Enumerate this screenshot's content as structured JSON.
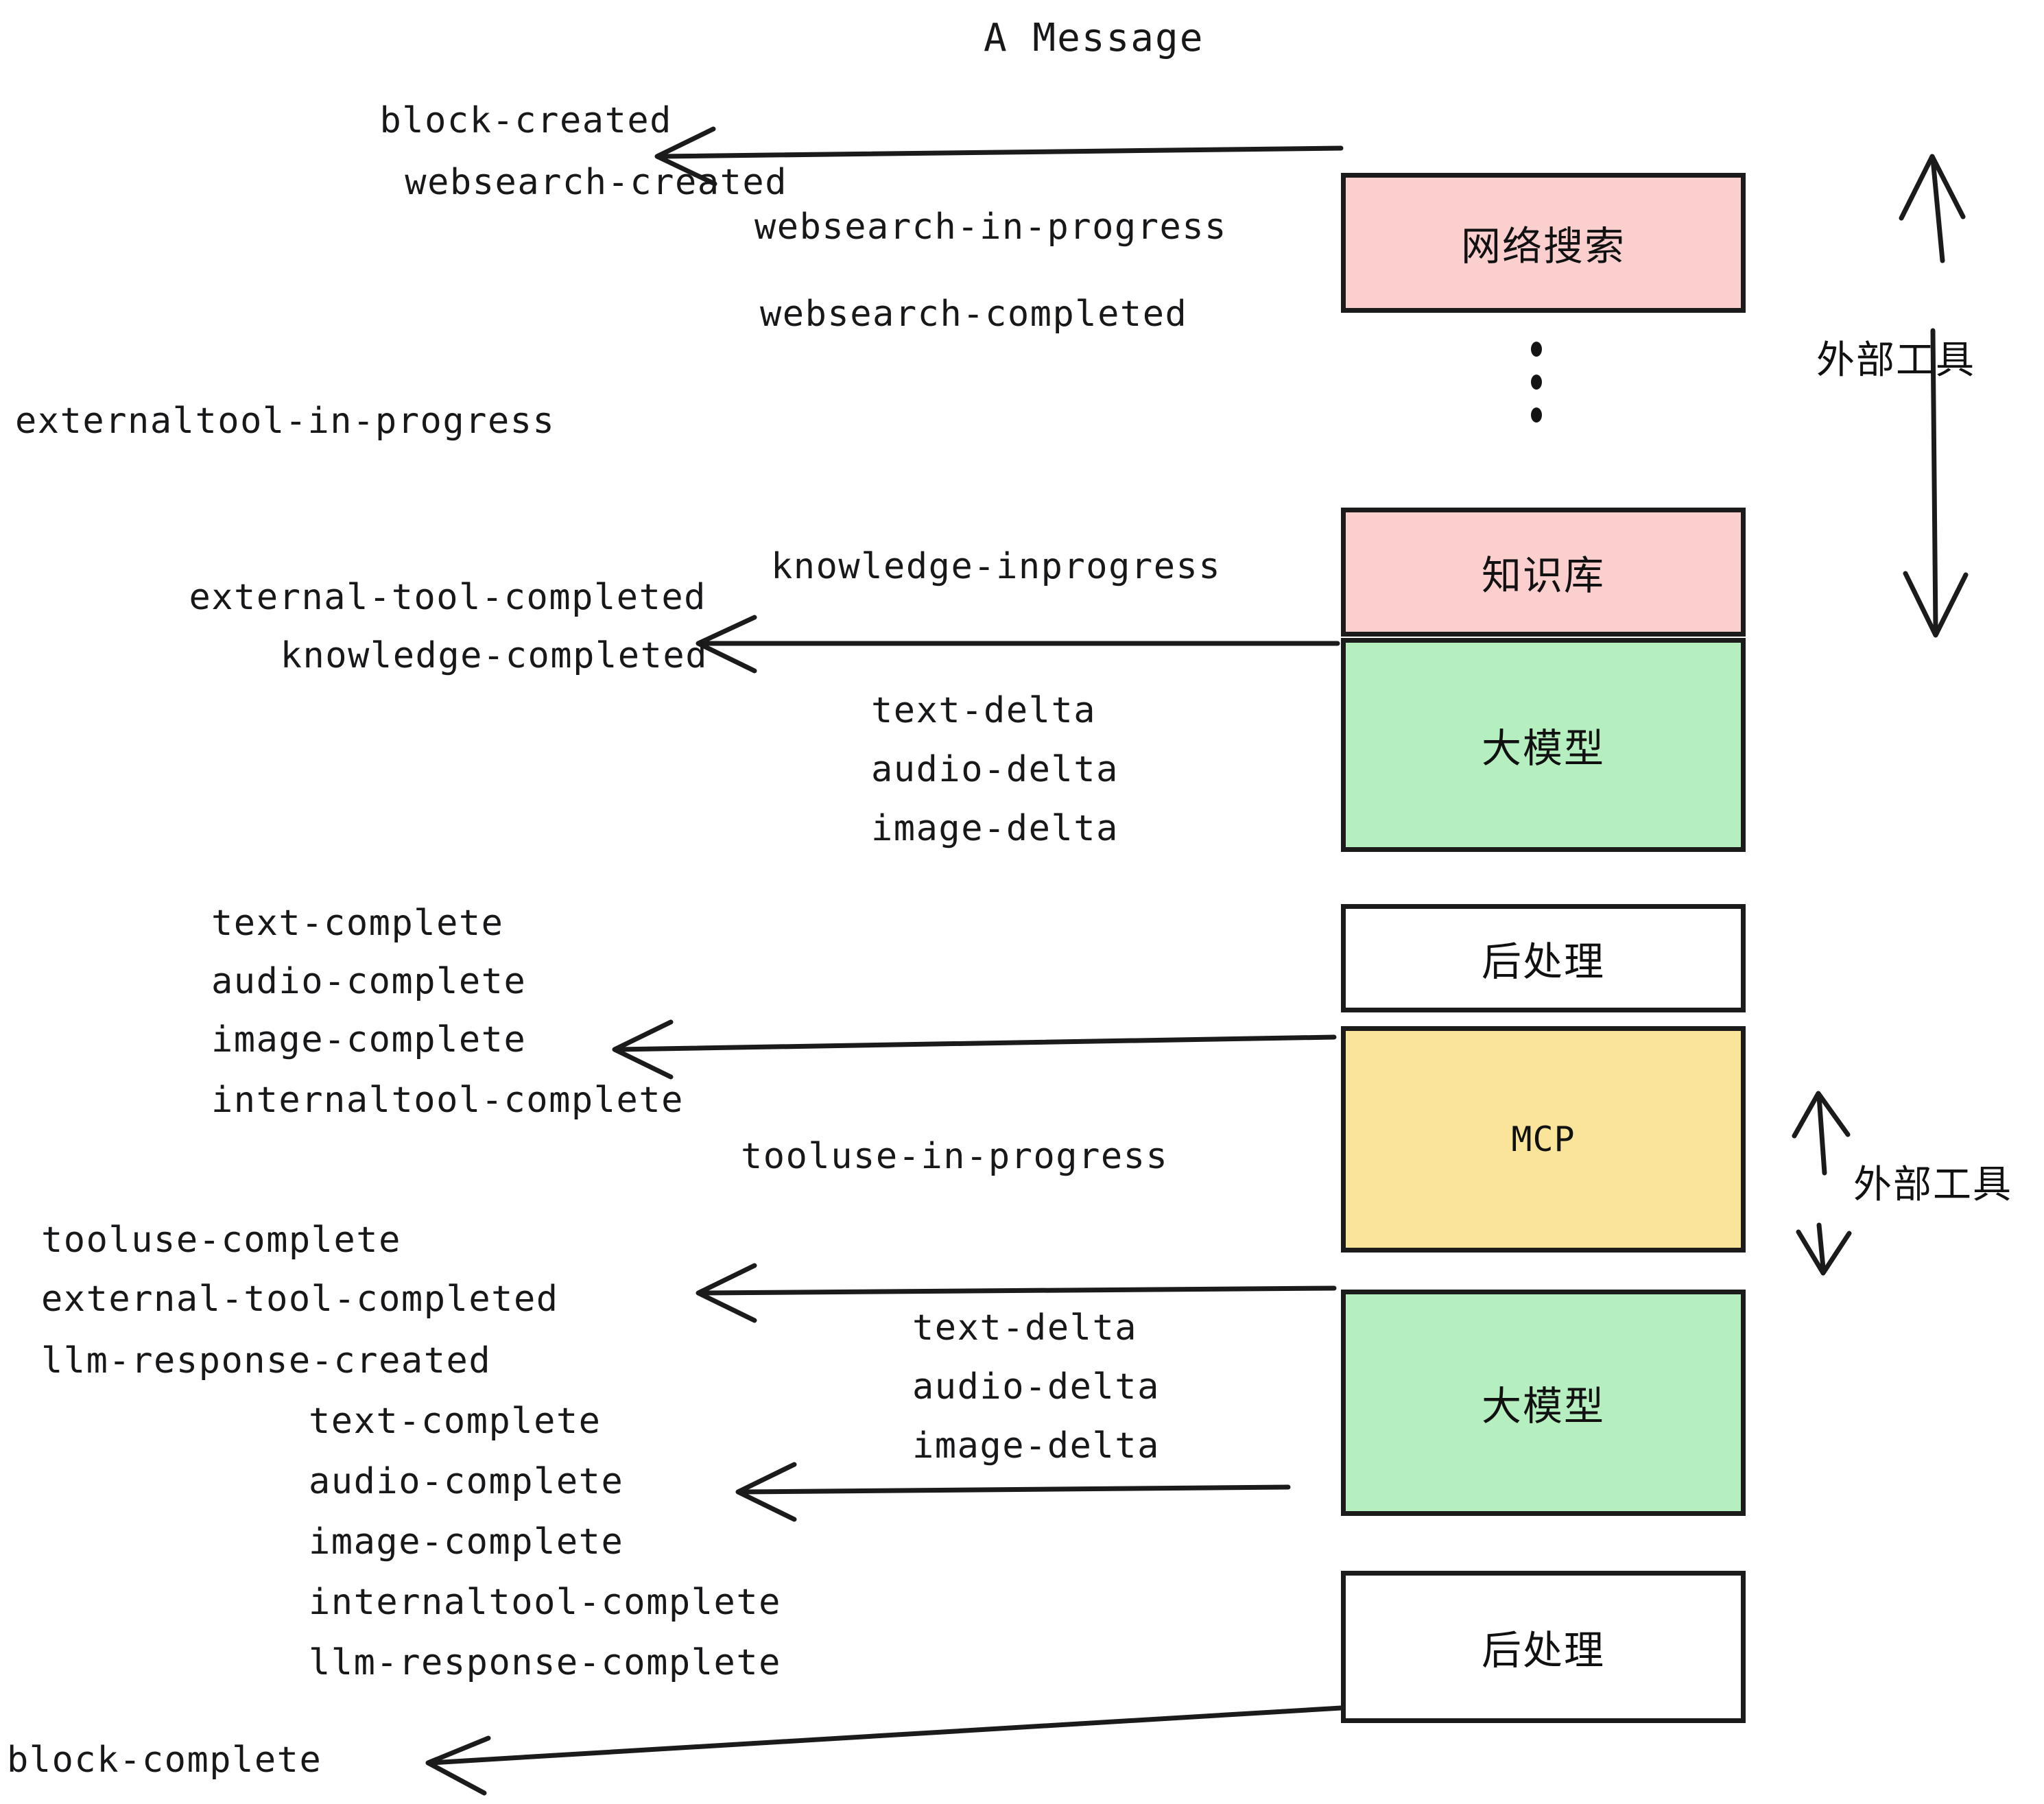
{
  "title": "A Message",
  "colors": {
    "external_tool_fill": "#fccfcf",
    "llm_fill": "#b6efbf",
    "mcp_fill": "#fae49a",
    "postprocess_fill": "#ffffff",
    "stroke": "#1b1b1b",
    "text": "#18181b",
    "background": "#ffffff"
  },
  "nodes": [
    {
      "id": "websearch",
      "label": "网络搜索",
      "fill": "#fccfcf",
      "mono": false
    },
    {
      "id": "knowledge",
      "label": "知识库",
      "fill": "#fccfcf",
      "mono": false
    },
    {
      "id": "llm-1",
      "label": "大模型",
      "fill": "#b6efbf",
      "mono": false
    },
    {
      "id": "postprocess-1",
      "label": "后处理",
      "fill": "#ffffff",
      "mono": false
    },
    {
      "id": "mcp",
      "label": "MCP",
      "fill": "#fae49a",
      "mono": true
    },
    {
      "id": "llm-2",
      "label": "大模型",
      "fill": "#b6efbf",
      "mono": false
    },
    {
      "id": "postprocess-2",
      "label": "后处理",
      "fill": "#ffffff",
      "mono": false
    }
  ],
  "group_labels": [
    {
      "id": "external-tools-top",
      "label": "外部工具"
    },
    {
      "id": "external-tools-bottom",
      "label": "外部工具"
    }
  ],
  "events": [
    {
      "id": "block-created",
      "text": "block-created"
    },
    {
      "id": "websearch-created",
      "text": "websearch-created"
    },
    {
      "id": "websearch-in-progress",
      "text": "websearch-in-progress"
    },
    {
      "id": "websearch-completed",
      "text": "websearch-completed"
    },
    {
      "id": "externaltool-in-progress",
      "text": "externaltool-in-progress"
    },
    {
      "id": "knowledge-inprogress",
      "text": "knowledge-inprogress"
    },
    {
      "id": "external-tool-completed-1",
      "text": "external-tool-completed"
    },
    {
      "id": "knowledge-completed",
      "text": "knowledge-completed"
    },
    {
      "id": "text-delta-1",
      "text": "text-delta"
    },
    {
      "id": "audio-delta-1",
      "text": "audio-delta"
    },
    {
      "id": "image-delta-1",
      "text": "image-delta"
    },
    {
      "id": "text-complete-1",
      "text": "text-complete"
    },
    {
      "id": "audio-complete-1",
      "text": "audio-complete"
    },
    {
      "id": "image-complete-1",
      "text": "image-complete"
    },
    {
      "id": "internaltool-complete-1",
      "text": "internaltool-complete"
    },
    {
      "id": "tooluse-in-progress",
      "text": "tooluse-in-progress"
    },
    {
      "id": "tooluse-complete",
      "text": "tooluse-complete"
    },
    {
      "id": "external-tool-completed-2",
      "text": "external-tool-completed"
    },
    {
      "id": "llm-response-created",
      "text": "llm-response-created"
    },
    {
      "id": "text-delta-2",
      "text": "text-delta"
    },
    {
      "id": "audio-delta-2",
      "text": "audio-delta"
    },
    {
      "id": "image-delta-2",
      "text": "image-delta"
    },
    {
      "id": "text-complete-2",
      "text": "text-complete"
    },
    {
      "id": "audio-complete-2",
      "text": "audio-complete"
    },
    {
      "id": "image-complete-2",
      "text": "image-complete"
    },
    {
      "id": "internaltool-complete-2",
      "text": "internaltool-complete"
    },
    {
      "id": "llm-response-complete",
      "text": "llm-response-complete"
    },
    {
      "id": "block-complete",
      "text": "block-complete"
    }
  ]
}
